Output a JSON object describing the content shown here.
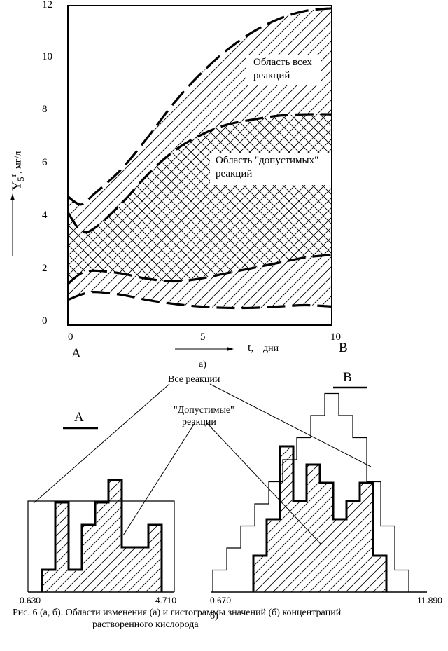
{
  "part_a": {
    "y_ticks": [
      "0",
      "2",
      "4",
      "6",
      "8",
      "10",
      "12"
    ],
    "x_ticks": [
      "0",
      "5",
      "10"
    ],
    "y_axis_symbol": "Y",
    "y_axis_sub": "5",
    "y_axis_sup": "r",
    "y_axis_unit": ",   мг/л",
    "x_axis_symbol": "t,",
    "x_axis_unit": "дни",
    "point_left": "A",
    "point_right": "B",
    "region_all": [
      "Область всех",
      "реакций"
    ],
    "region_admissible": [
      "Область \"допустимых\"",
      "реакций"
    ],
    "label": "а)"
  },
  "part_b": {
    "all_reactions": "Все реакции",
    "admissible": [
      "\"Допустимые\"",
      "реакции"
    ],
    "hist_a_title": "A",
    "hist_b_title": "B",
    "hist_a_range": [
      "0.630",
      "4.710"
    ],
    "hist_b_range": [
      "0.670",
      "11.890"
    ],
    "label": "б)"
  },
  "caption": {
    "line1": "Рис. 6 (а, б).   Области изменения (а) и гистограммы значений (б) концентраций",
    "line2": "растворенного кислорода"
  },
  "chart_data": [
    {
      "type": "area",
      "xlabel": "t, дни",
      "ylabel": "Y5 r, мг/л",
      "xlim": [
        0,
        10
      ],
      "ylim": [
        0,
        12
      ],
      "x_ticks": [
        0,
        5,
        10
      ],
      "y_ticks": [
        0,
        2,
        4,
        6,
        8,
        10,
        12
      ],
      "grid": false,
      "series": [
        {
          "name": "Область всех реакций",
          "x": [
            0,
            0.5,
            1,
            2,
            3,
            4,
            5,
            6,
            7,
            8,
            9,
            10
          ],
          "upper": [
            4.8,
            4.5,
            4.9,
            5.8,
            7.0,
            8.3,
            9.4,
            10.3,
            11.0,
            11.5,
            11.8,
            11.9
          ],
          "lower": [
            0.9,
            1.1,
            1.2,
            1.1,
            0.9,
            0.75,
            0.65,
            0.6,
            0.6,
            0.65,
            0.7,
            0.65
          ]
        },
        {
          "name": "Область \"допустимых\" реакций",
          "x": [
            0,
            0.5,
            1,
            2,
            3,
            4,
            5,
            6,
            7,
            8,
            9,
            10
          ],
          "upper": [
            4.2,
            3.5,
            3.6,
            4.5,
            5.6,
            6.5,
            7.1,
            7.5,
            7.7,
            7.85,
            7.9,
            7.9
          ],
          "lower": [
            1.5,
            1.9,
            2.0,
            1.9,
            1.7,
            1.6,
            1.7,
            1.9,
            2.1,
            2.3,
            2.5,
            2.6
          ]
        }
      ]
    },
    {
      "type": "bar",
      "title": "A",
      "xlim": [
        0.63,
        4.71
      ],
      "series": [
        {
          "name": "Все реакции",
          "values": [
            1
          ]
        },
        {
          "name": "\"Допустимые\" реакции",
          "values": [
            1,
            4,
            1,
            3,
            4,
            5,
            2,
            2,
            3
          ]
        }
      ]
    },
    {
      "type": "bar",
      "title": "B",
      "xlim": [
        0.67,
        11.89
      ],
      "series": [
        {
          "name": "Все реакции",
          "values": [
            1,
            2,
            3,
            4,
            5,
            6,
            7,
            8,
            9,
            8,
            7,
            5,
            3,
            1
          ]
        },
        {
          "name": "\"Допустимые\" реакции",
          "values": [
            2,
            4,
            8,
            5,
            7,
            6,
            4,
            5,
            6,
            2
          ]
        }
      ]
    }
  ]
}
